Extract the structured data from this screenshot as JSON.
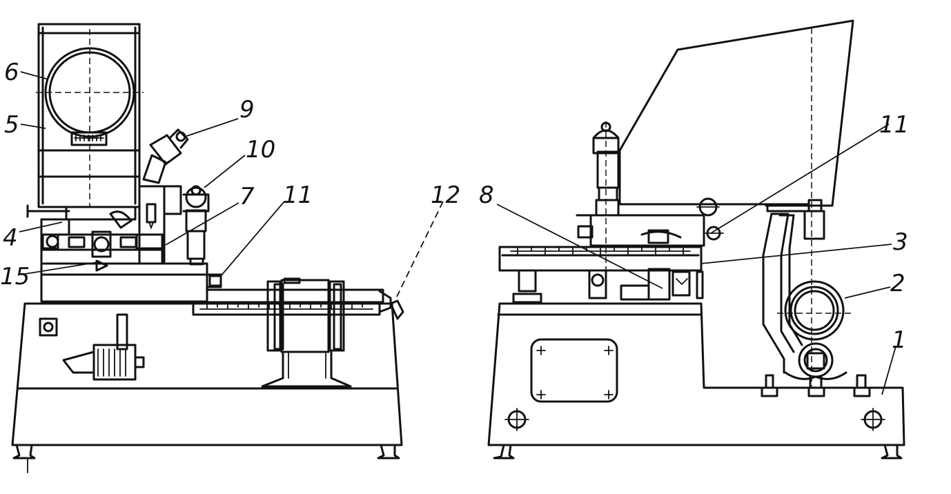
{
  "labels": {
    "l1": "1",
    "l2": "2",
    "l3": "3",
    "l4": "4",
    "l5": "5",
    "l6": "6",
    "l7": "7",
    "l8": "8",
    "l9": "9",
    "l10": "10",
    "l11_front": "11",
    "l11_side": "11",
    "l12": "12",
    "l15": "15"
  }
}
